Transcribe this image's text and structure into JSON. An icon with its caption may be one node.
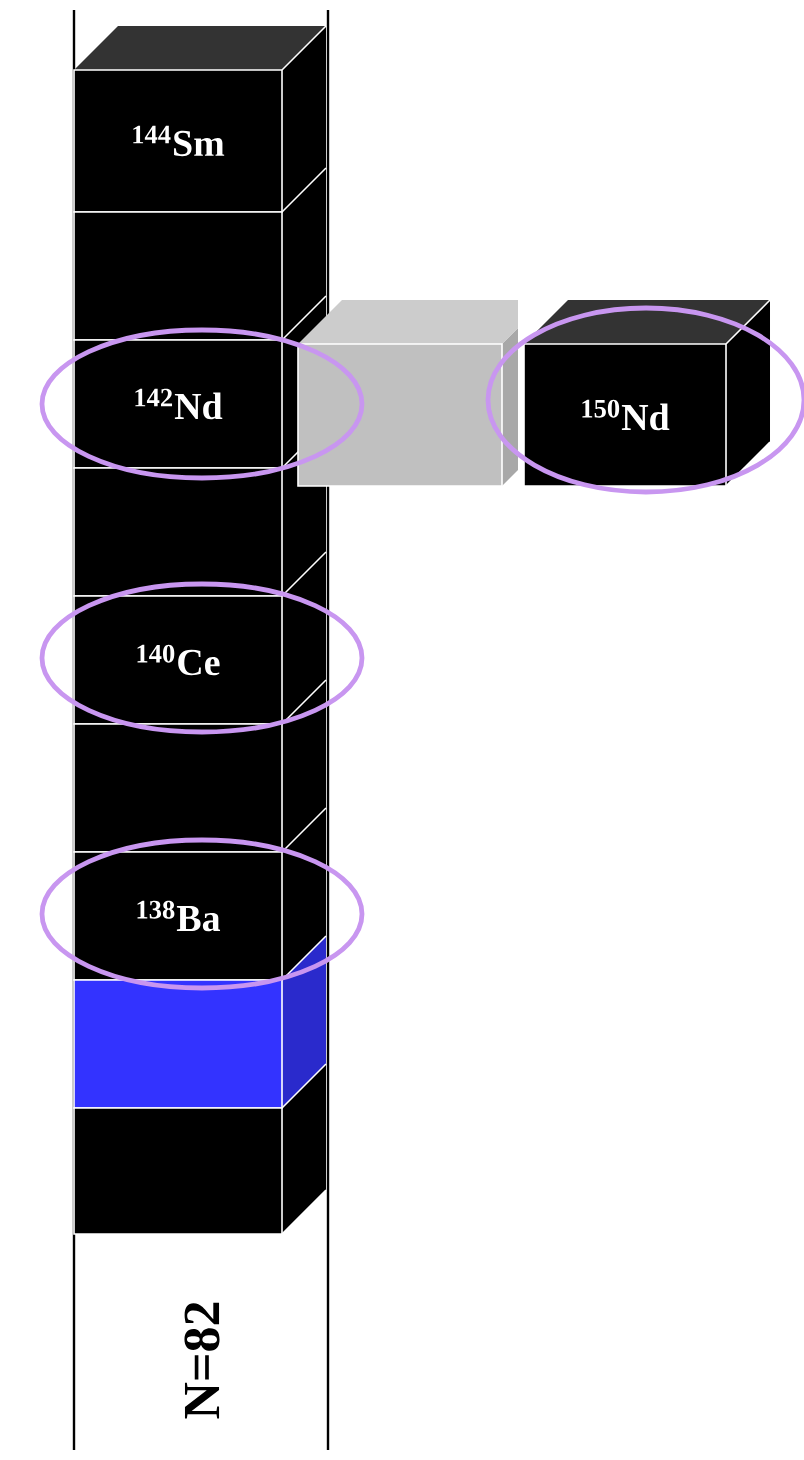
{
  "diagram": {
    "nodes": [
      {
        "text": [
          "$^{144}$Sm"
        ]
      },
      {
        "text": [],
        "shape": "box"
      },
      {
        "text": [
          "$^{142}$Nd"
        ]
      },
      {
        "text": [],
        "shape": "box"
      },
      {
        "text": [
          "$^{140}$Ce"
        ]
      },
      {
        "text": [],
        "shape": "box"
      },
      {
        "text": [
          "$^{138}$Ba"
        ]
      },
      {
        "text": [],
        "shape": "box"
      },
      {
        "text": [],
        "shape": "box"
      },
      {
        "text": [],
        "shape": "box"
      },
      {
        "text": [
          "$^{150}$Nd"
        ]
      }
    ],
    "labels": [
      "N=82"
    ]
  }
}
